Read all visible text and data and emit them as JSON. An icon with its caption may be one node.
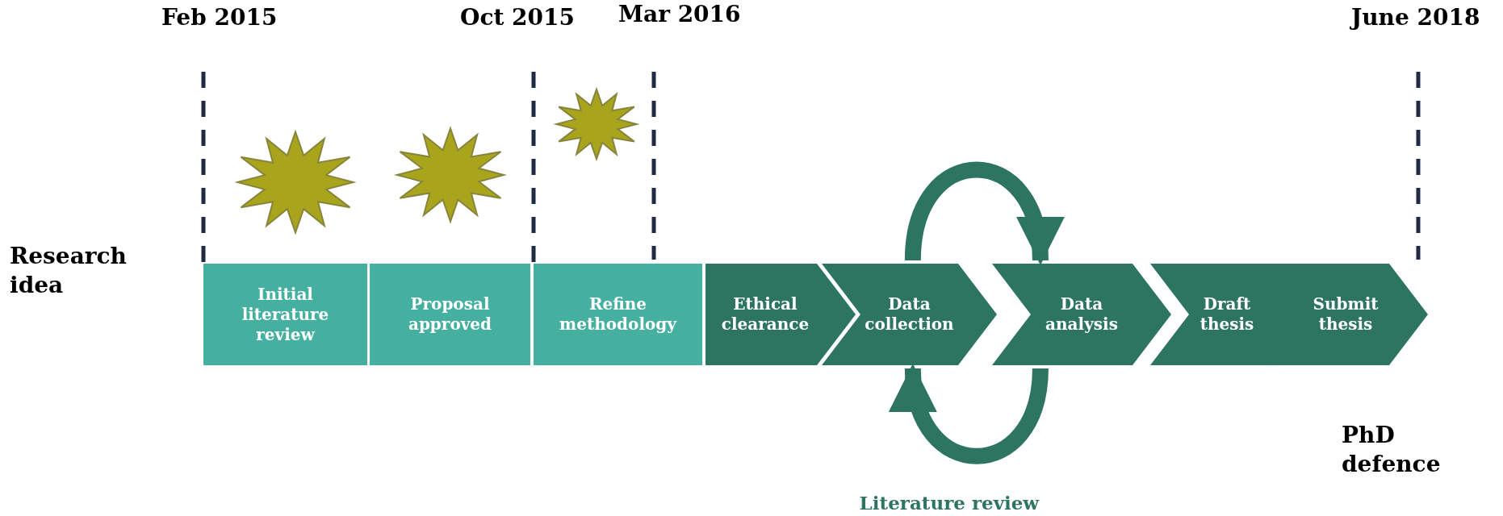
{
  "diagram": {
    "nodes": [
      {
        "text": [
          "Initial literature review"
        ]
      },
      {
        "text": [
          "Proposal approved"
        ]
      },
      {
        "text": [
          "Refine methodology"
        ]
      },
      {
        "text": [
          "Ethical clearance"
        ]
      },
      {
        "text": [
          "Data collection"
        ]
      },
      {
        "text": [
          "Data analysis"
        ]
      },
      {
        "text": [
          "Draft thesis"
        ]
      },
      {
        "text": [
          "Submit thesis"
        ]
      }
    ],
    "edges": [
      {
        "from": 4,
        "to": 5,
        "arrow": "to"
      },
      {
        "from": 5,
        "to": 4,
        "arrow": "to",
        "label": "Literature review"
      }
    ],
    "labels": [
      "Feb 2015",
      "Oct 2015",
      "Mar 2016",
      "June 2018",
      "Research idea",
      "PhD defence"
    ]
  }
}
